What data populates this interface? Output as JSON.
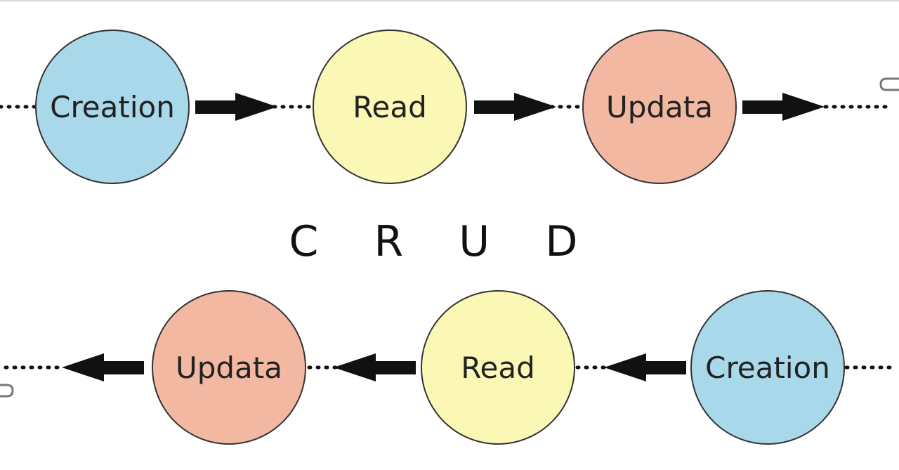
{
  "title": "C R U D",
  "colors": {
    "creation": "#a8d8ea",
    "read": "#fbf7b5",
    "update": "#f2b8a2",
    "stroke": "#333333",
    "arrow": "#111111"
  },
  "top_row": {
    "nodes": [
      {
        "label": "Creation",
        "color_key": "creation"
      },
      {
        "label": "Read",
        "color_key": "read"
      },
      {
        "label": "Updata",
        "color_key": "update"
      }
    ]
  },
  "bottom_row": {
    "nodes": [
      {
        "label": "Updata",
        "color_key": "update"
      },
      {
        "label": "Read",
        "color_key": "read"
      },
      {
        "label": "Creation",
        "color_key": "creation"
      }
    ]
  }
}
